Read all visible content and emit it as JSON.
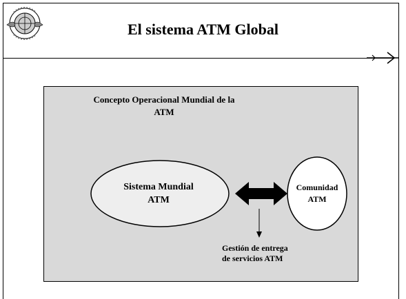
{
  "slide": {
    "title": "El sistema ATM Global"
  },
  "diagram": {
    "concept_line1": "Concepto Operacional Mundial de la",
    "concept_line2": "ATM",
    "left_node_line1": "Sistema Mundial",
    "left_node_line2": "ATM",
    "right_node_line1": "Comunidad",
    "right_node_line2": "ATM",
    "link_label_line1": "Gestión de entrega",
    "link_label_line2": "de servicios ATM"
  },
  "icons": {
    "logo": "icao-emblem-icon",
    "decoration": "airplane-icon"
  },
  "colors": {
    "panel": "#d9d9d9",
    "ellipse": "#eeeeee",
    "arrow": "#000000"
  }
}
